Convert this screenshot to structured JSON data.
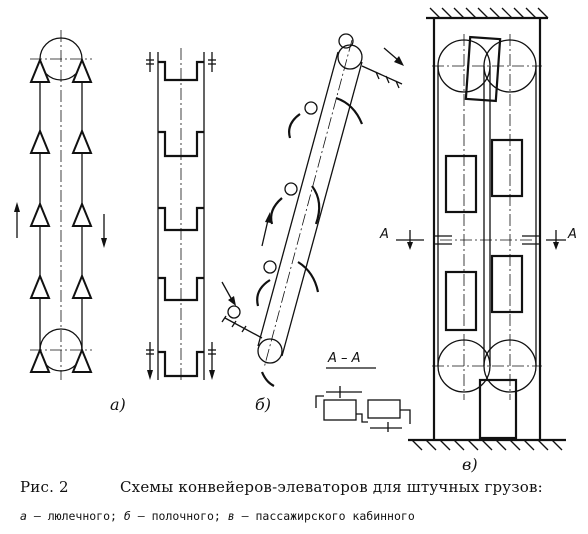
{
  "diagram": {
    "label_a": "а)",
    "label_b": "б)",
    "label_v": "в)",
    "section_mark": "А",
    "section_title": "А – А"
  },
  "caption": {
    "figure_number": "Рис. 2",
    "title": "Схемы конвейеров-элеваторов для штучных грузов:",
    "legend": [
      {
        "key": "а",
        "sep": " — ",
        "text": "люлечного; "
      },
      {
        "key": "б",
        "sep": " — ",
        "text": "полочного; "
      },
      {
        "key": "в",
        "sep": " — ",
        "text": "пассажирского кабинного"
      }
    ]
  }
}
